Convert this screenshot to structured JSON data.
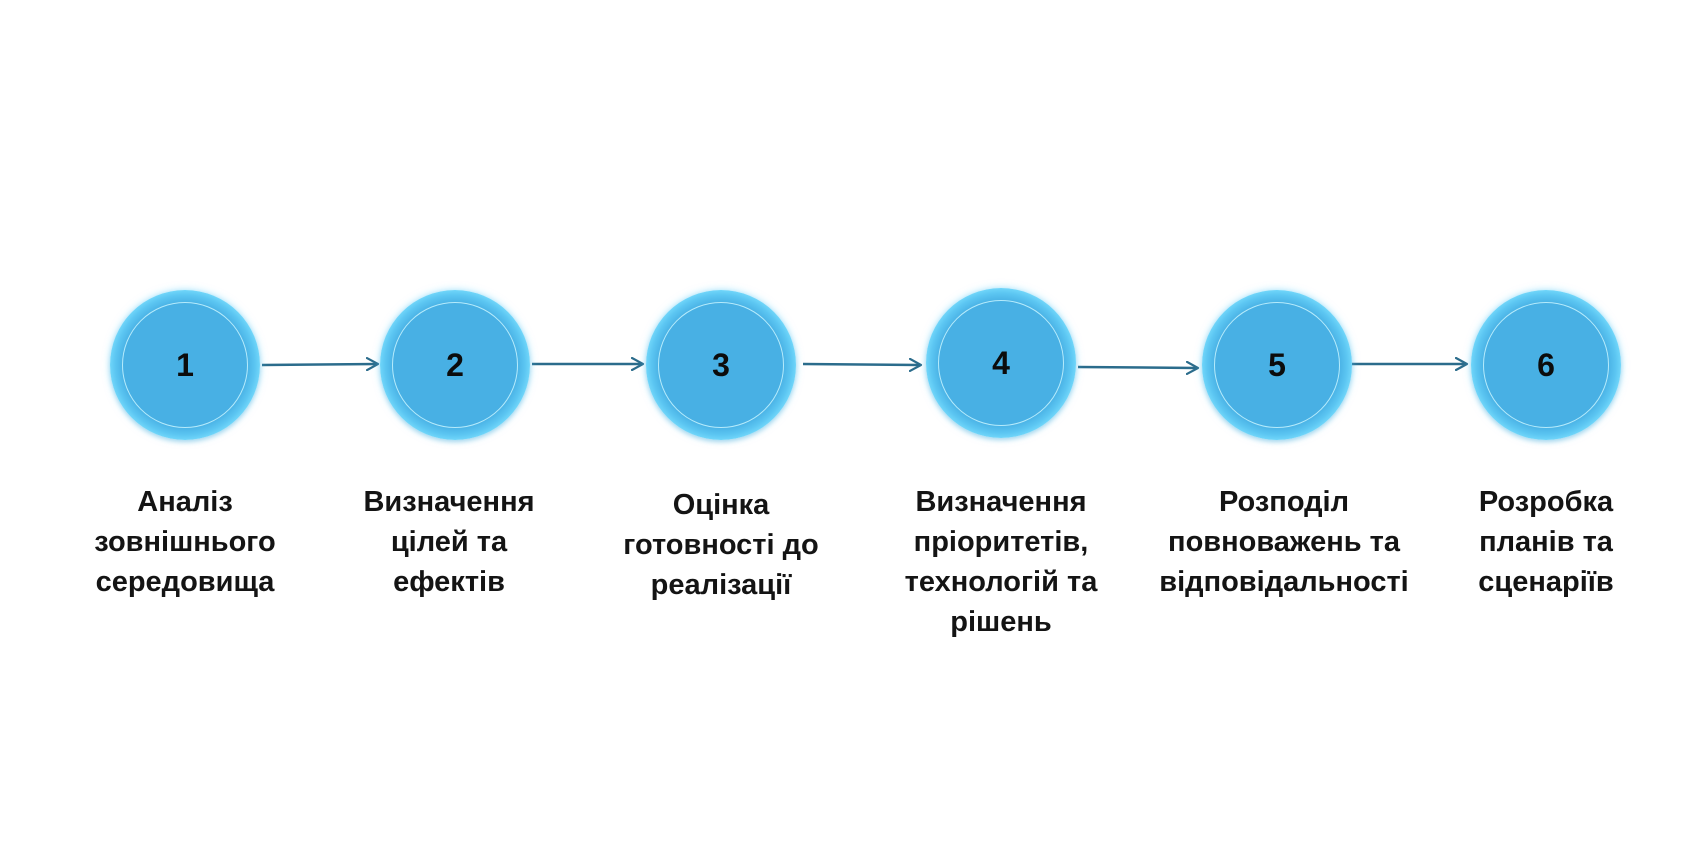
{
  "colors": {
    "circle_fill": "#48b0e4",
    "circle_glow": "#7fe1ff",
    "arrow": "#2b6c8c",
    "text": "#141414"
  },
  "steps": [
    {
      "number": "1",
      "label_lines": [
        "Аналіз",
        "зовнішнього",
        "середовища"
      ]
    },
    {
      "number": "2",
      "label_lines": [
        "Визначення",
        "цілей та",
        "ефектів"
      ]
    },
    {
      "number": "3",
      "label_lines": [
        "Оцінка",
        "готовності до",
        "реалізації"
      ]
    },
    {
      "number": "4",
      "label_lines": [
        "Визначення",
        "пріоритетів,",
        "технологій та",
        "рішень"
      ]
    },
    {
      "number": "5",
      "label_lines": [
        "Розподіл",
        "повноважень та",
        "відповідальності"
      ]
    },
    {
      "number": "6",
      "label_lines": [
        "Розробка",
        "планів та",
        "сценаріїв"
      ]
    }
  ]
}
